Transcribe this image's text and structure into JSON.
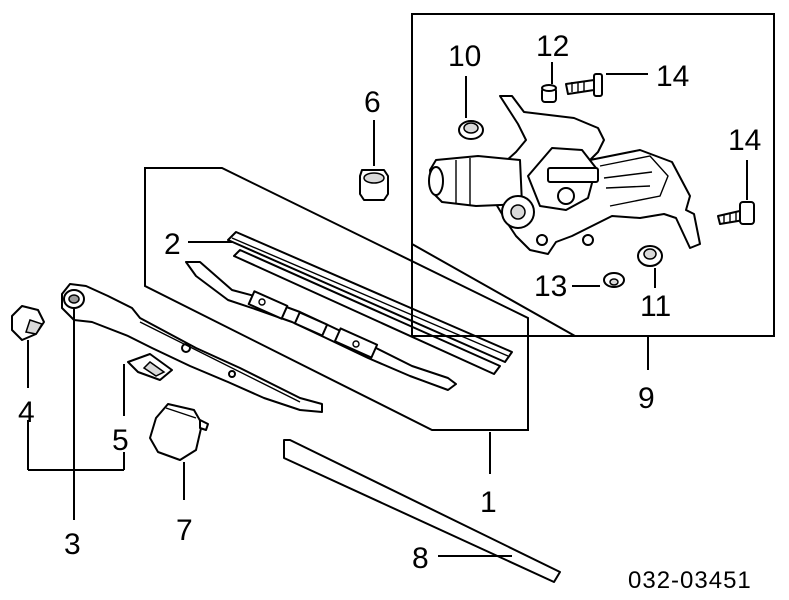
{
  "callouts": {
    "c1": "1",
    "c2": "2",
    "c3": "3",
    "c4": "4",
    "c5": "5",
    "c6": "6",
    "c7": "7",
    "c8": "8",
    "c9": "9",
    "c10": "10",
    "c11": "11",
    "c12": "12",
    "c13": "13",
    "c14a": "14",
    "c14b": "14"
  },
  "diagram_code": "032-03451"
}
